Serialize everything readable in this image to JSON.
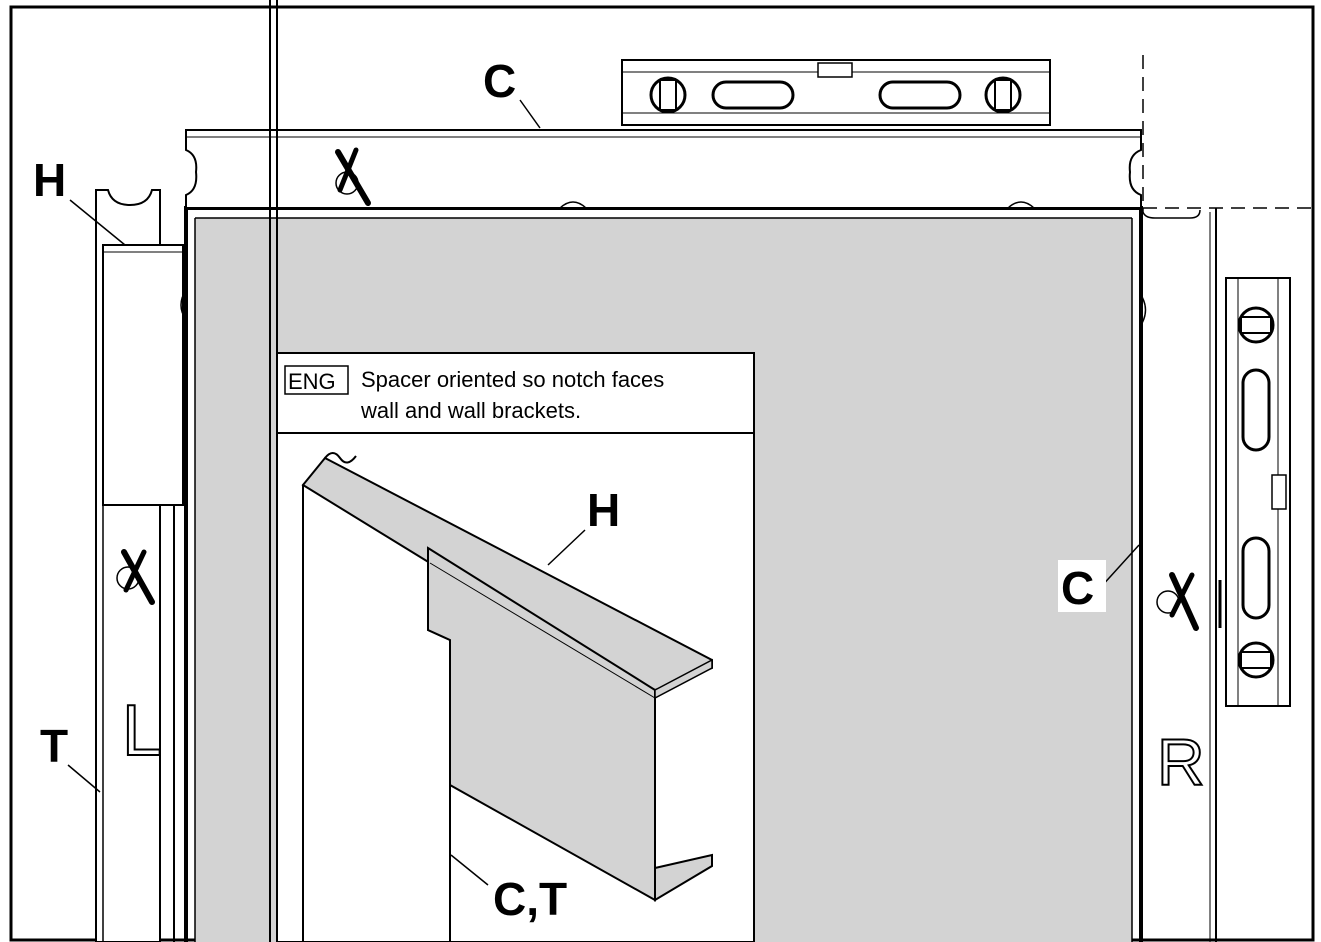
{
  "labels": {
    "c_top": "C",
    "h_left": "H",
    "t_left": "T",
    "c_right": "C",
    "h_inset": "H",
    "ct_inset": "C,T",
    "side_left": "L",
    "side_right": "R"
  },
  "note": {
    "language": "ENG",
    "line1": "Spacer oriented so notch faces",
    "line2": "wall and wall brackets."
  },
  "colors": {
    "panel_fill": "#d3d3d3",
    "line": "#000000",
    "background": "#ffffff"
  },
  "marks": {
    "x_mark_count": 3
  }
}
